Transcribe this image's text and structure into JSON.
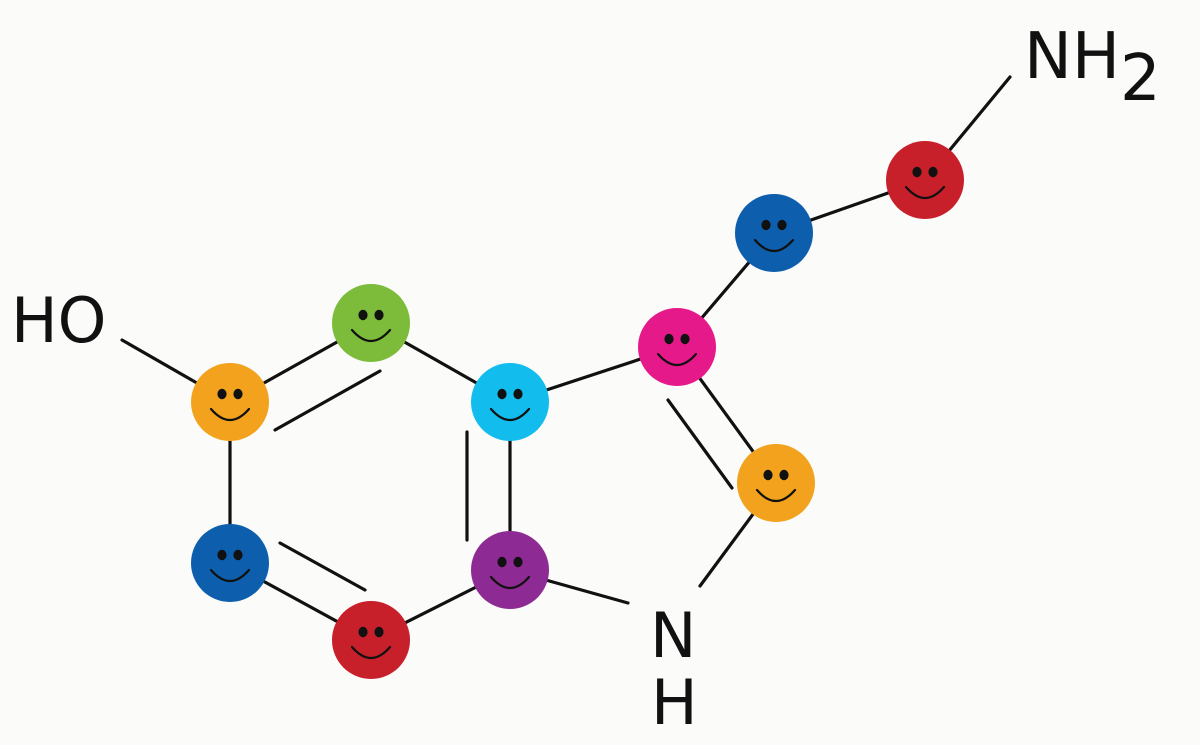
{
  "colors": {
    "orange": "#f3a21e",
    "green": "#7dbb3a",
    "sky": "#12bdee",
    "magenta": "#e6198a",
    "royal_blue": "#0d5fad",
    "red": "#c8202a",
    "purple": "#8e2a93",
    "bond": "#111111",
    "background": "#fbfbfa"
  },
  "atoms": [
    {
      "id": "a-hydroxyl-carbon",
      "color": "orange"
    },
    {
      "id": "a-top-carbon",
      "color": "green"
    },
    {
      "id": "a-fused-top",
      "color": "sky"
    },
    {
      "id": "a-fused-bottom",
      "color": "purple"
    },
    {
      "id": "a-bottom-carbon",
      "color": "red"
    },
    {
      "id": "a-left-carbon",
      "color": "royal_blue"
    },
    {
      "id": "a-ring-c3",
      "color": "magenta"
    },
    {
      "id": "a-ring-c2",
      "color": "orange"
    },
    {
      "id": "a-chain-1",
      "color": "royal_blue"
    },
    {
      "id": "a-chain-2",
      "color": "red"
    }
  ],
  "labels": {
    "hydroxyl": "HO",
    "amine_main": "NH",
    "amine_sub": "2",
    "indole_n": "N",
    "indole_h": "H"
  }
}
